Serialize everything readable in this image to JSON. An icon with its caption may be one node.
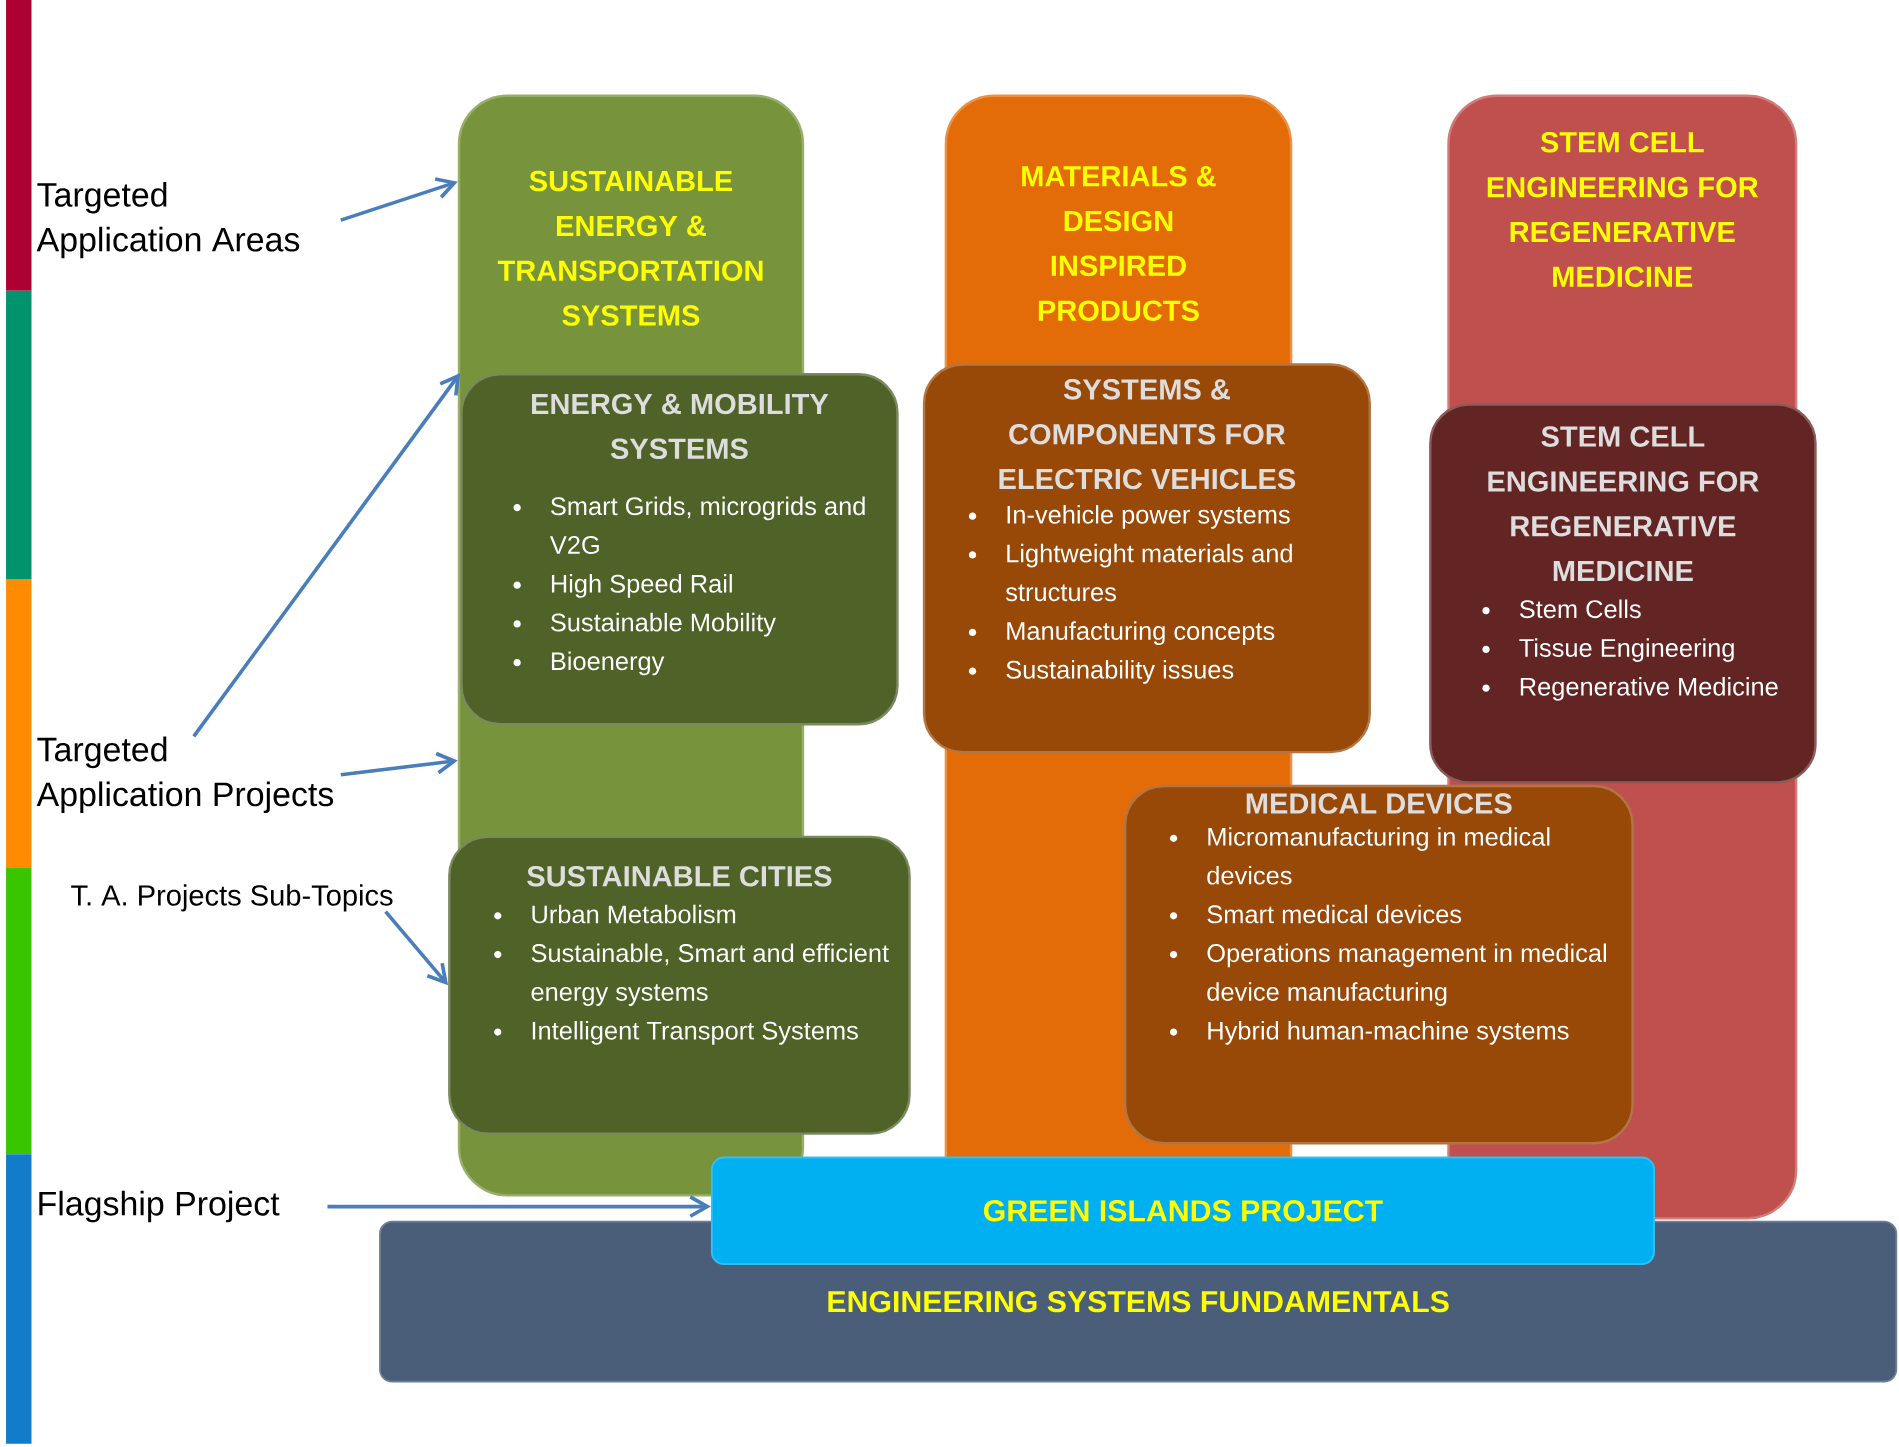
{
  "diagram": {
    "nodes": [
      {
        "text": [
          "Targeted Application Areas"
        ]
      },
      {
        "text": [
          "Targeted Application Projects"
        ]
      },
      {
        "text": [
          "T. A. Projects Sub-Topics"
        ]
      },
      {
        "text": [
          "Flagship Project"
        ]
      },
      {
        "text": [
          "SUSTAINABLE ENERGY & TRANSPORTATION SYSTEMS"
        ]
      },
      {
        "text": [
          "MATERIALS & DESIGN INSPIRED PRODUCTS"
        ]
      },
      {
        "text": [
          "STEM CELL ENGINEERING FOR REGENERATIVE MEDICINE"
        ]
      },
      {
        "text": [
          "ENERGY & MOBILITY SYSTEMS",
          "Smart Grids, microgrids and V2G",
          "High Speed Rail",
          "Sustainable Mobility",
          "Bioenergy"
        ]
      },
      {
        "text": [
          "SYSTEMS & COMPONENTS FOR ELECTRIC VEHICLES",
          "In-vehicle power systems",
          "Lightweight materials and structures",
          "Manufacturing concepts",
          "Sustainability issues"
        ]
      },
      {
        "text": [
          "STEM CELL ENGINEERING FOR REGENERATIVE MEDICINE",
          "Stem Cells",
          "Tissue Engineering",
          "Regenerative Medicine"
        ]
      },
      {
        "text": [
          "MEDICAL DEVICES",
          "Micromanufacturing in medical devices",
          "Smart medical devices",
          "Operations management in medical device manufacturing",
          "Hybrid human-machine systems"
        ]
      },
      {
        "text": [
          "SUSTAINABLE CITIES",
          "Urban Metabolism",
          "Sustainable, Smart and efficient energy systems",
          "Intelligent Transport Systems"
        ]
      },
      {
        "text": [
          "GREEN ISLANDS PROJECT"
        ]
      },
      {
        "text": [
          "ENGINEERING SYSTEMS FUNDAMENTALS"
        ]
      }
    ],
    "edges": [
      {
        "from": 0,
        "to": 4,
        "arrow": "to"
      },
      {
        "from": 1,
        "to": 7,
        "arrow": "to"
      },
      {
        "from": 1,
        "to": 4,
        "arrow": "to"
      },
      {
        "from": 2,
        "to": 11,
        "arrow": "to"
      },
      {
        "from": 3,
        "to": 12,
        "arrow": "to"
      }
    ]
  }
}
